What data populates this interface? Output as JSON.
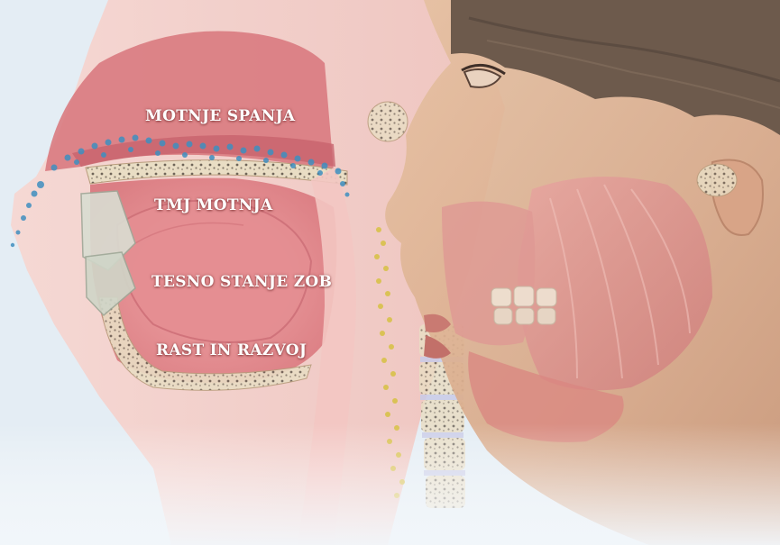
{
  "labels": {
    "sleep": "MOTNJE SPANJA",
    "tmj": "TMJ MOTNJA",
    "crowding": "TESNO STANJE ZOB",
    "growth": "RAST IN RAZVOJ"
  },
  "colors": {
    "background": "#eaf2f8",
    "airway_particles": "#3f8fc0",
    "throat_particles": "#d8c24a",
    "tissue": "#e89a96",
    "skin": "#dcb08f",
    "hair": "#6d5a4c"
  }
}
